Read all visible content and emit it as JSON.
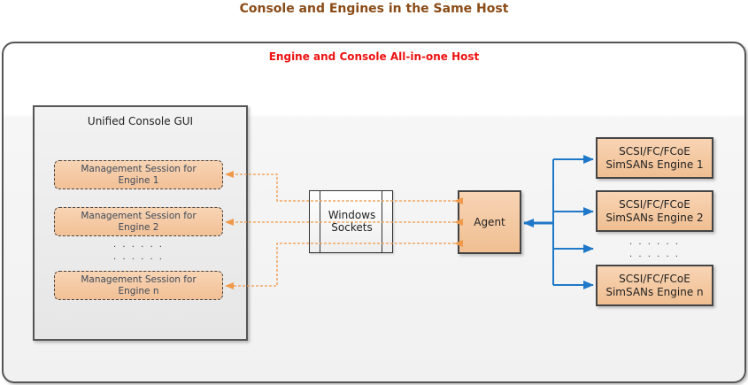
{
  "title": "Console and Engines in the Same Host",
  "host": {
    "title": "Engine and Console All-in-one Host"
  },
  "console": {
    "title": "Unified Console GUI",
    "sessions": [
      {
        "line1": "Management Session for",
        "line2": "Engine 1"
      },
      {
        "line1": "Management Session for",
        "line2": "Engine 2"
      },
      {
        "line1": "Management Session for",
        "line2": "Engine n"
      }
    ],
    "ellipsis": ". . . . . ."
  },
  "windows_sockets": {
    "line1": "Windows",
    "line2": "Sockets"
  },
  "agent": {
    "label": "Agent"
  },
  "engines": [
    {
      "line1": "SCSI/FC/FCoE",
      "line2": "SimSANs Engine 1"
    },
    {
      "line1": "SCSI/FC/FCoE",
      "line2": "SimSANs Engine 2"
    },
    {
      "line1": "SCSI/FC/FCoE",
      "line2": "SimSANs Engine n"
    }
  ],
  "engines_ellipsis": ". . . . . .",
  "colors": {
    "title": "#8a4b16",
    "host_title": "#ee1111",
    "dashed_link": "#f0994a",
    "solid_link": "#1f78c8",
    "node_fill": "#f4c8a2"
  }
}
